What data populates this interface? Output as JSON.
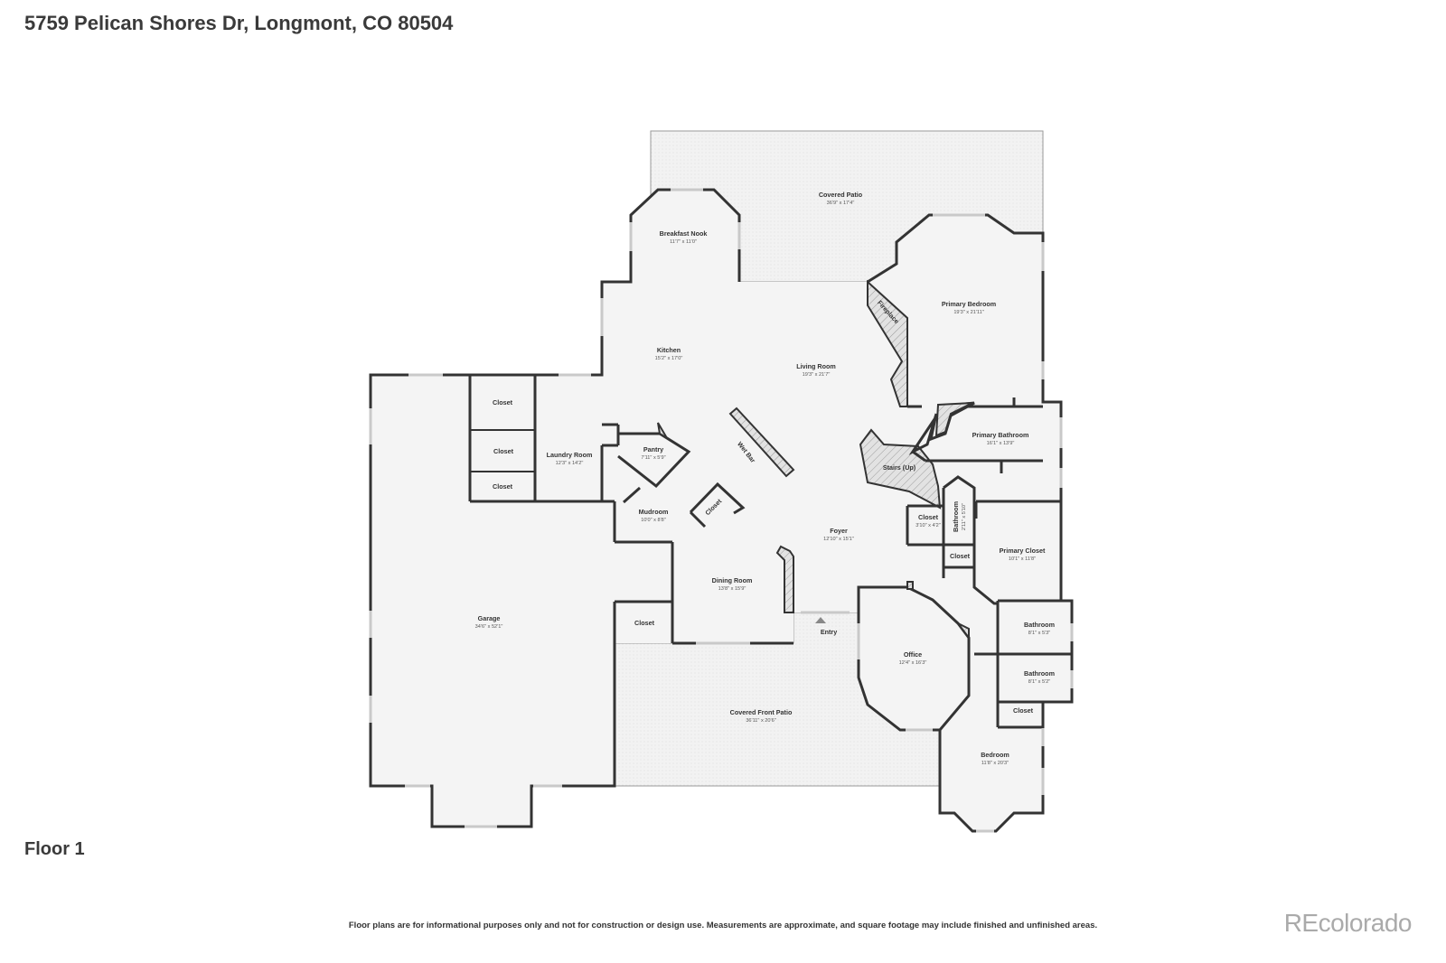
{
  "header": {
    "address": "5759 Pelican Shores Dr, Longmont, CO 80504"
  },
  "floor": {
    "label": "Floor 1"
  },
  "footer": {
    "disclaimer": "Floor plans are for informational purposes only and not for construction or design use. Measurements are approximate, and square footage may include finished and unfinished areas.",
    "brand": "REcolorado"
  },
  "rooms": {
    "covered_patio": {
      "name": "Covered Patio",
      "dims": "36'9\" x 17'4\""
    },
    "breakfast_nook": {
      "name": "Breakfast Nook",
      "dims": "11'7\" x 11'0\""
    },
    "primary_bedroom": {
      "name": "Primary Bedroom",
      "dims": "19'3\" x 21'11\""
    },
    "kitchen": {
      "name": "Kitchen",
      "dims": "15'2\" x 17'0\""
    },
    "living_room": {
      "name": "Living Room",
      "dims": "19'3\" x 21'7\""
    },
    "fireplace": {
      "name": "Fireplace"
    },
    "closet_1": {
      "name": "Closet"
    },
    "closet_2": {
      "name": "Closet"
    },
    "closet_3": {
      "name": "Closet"
    },
    "laundry_room": {
      "name": "Laundry Room",
      "dims": "12'3\" x 14'2\""
    },
    "pantry": {
      "name": "Pantry",
      "dims": "7'11\" x 5'9\""
    },
    "wet_bar": {
      "name": "Wet Bar"
    },
    "primary_bathroom": {
      "name": "Primary Bathroom",
      "dims": "16'1\" x 13'9\""
    },
    "stairs": {
      "name": "Stairs (Up)"
    },
    "mudroom": {
      "name": "Mudroom",
      "dims": "10'0\" x 8'8\""
    },
    "mudroom_closet": {
      "name": "Closet"
    },
    "foyer": {
      "name": "Foyer",
      "dims": "12'10\" x 15'1\""
    },
    "foyer_closet": {
      "name": "Closet",
      "dims": "3'10\" x 4'2\""
    },
    "small_bathroom": {
      "name": "Bathroom",
      "dims": "2'11\" x 5'10\""
    },
    "closet_mid": {
      "name": "Closet"
    },
    "primary_closet": {
      "name": "Primary Closet",
      "dims": "10'1\" x 11'8\""
    },
    "dining_room": {
      "name": "Dining Room",
      "dims": "13'8\" x 15'9\""
    },
    "garage": {
      "name": "Garage",
      "dims": "34'6\" x 52'1\""
    },
    "garage_closet": {
      "name": "Closet"
    },
    "entry": {
      "name": "Entry"
    },
    "office": {
      "name": "Office",
      "dims": "12'4\" x 16'3\""
    },
    "bathroom_a": {
      "name": "Bathroom",
      "dims": "8'1\" x 5'3\""
    },
    "bathroom_b": {
      "name": "Bathroom",
      "dims": "8'1\" x 5'2\""
    },
    "covered_front_patio": {
      "name": "Covered Front Patio",
      "dims": "36'11\" x 20'6\""
    },
    "bedroom_closet": {
      "name": "Closet"
    },
    "bedroom": {
      "name": "Bedroom",
      "dims": "11'8\" x 20'3\""
    }
  }
}
